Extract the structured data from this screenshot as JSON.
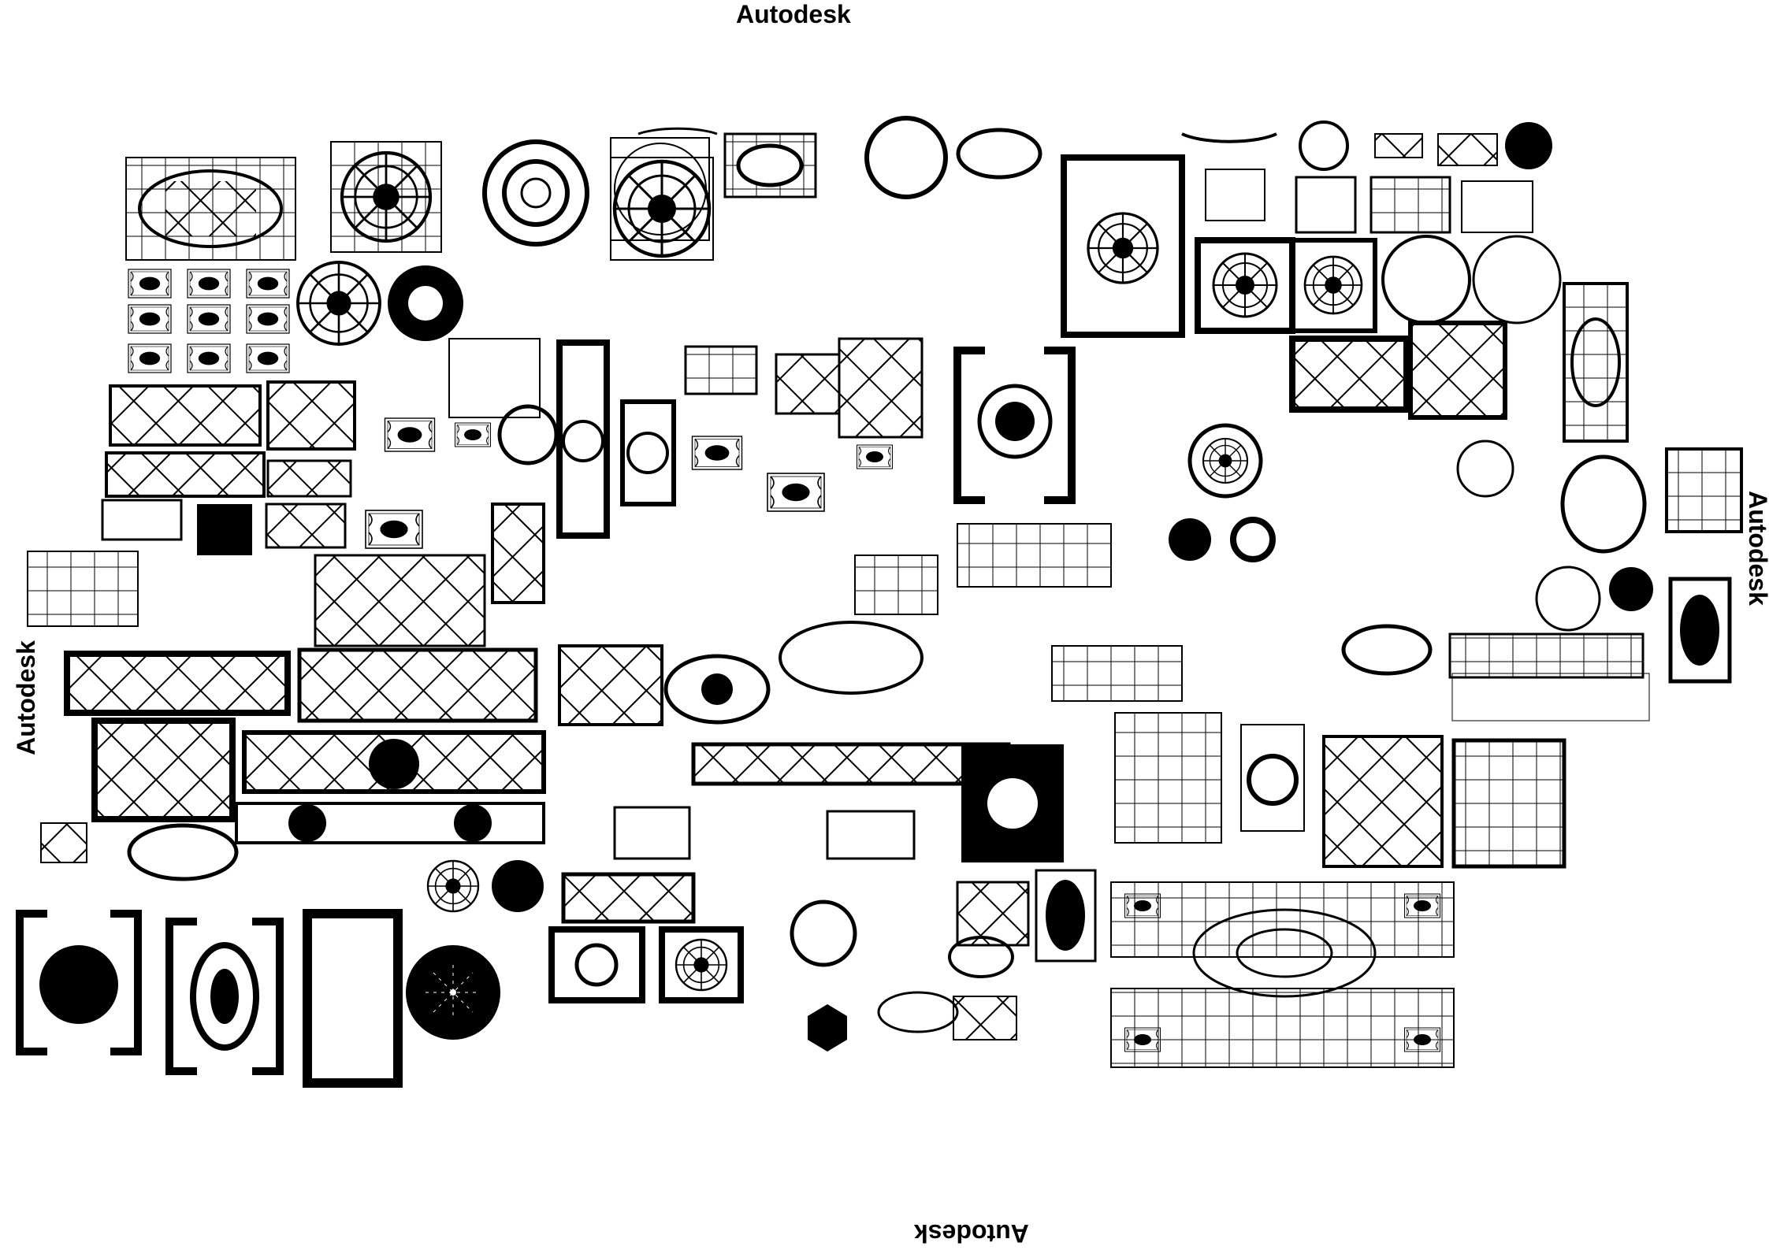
{
  "watermarks": {
    "top": "Autodesk",
    "bottom": "Autodesk",
    "left": "Autodesk",
    "right": "Autodesk"
  },
  "sheet": {
    "description_icon": "ceiling-ornament-drawings-icon",
    "line_color": "#000000",
    "background_color": "#ffffff"
  }
}
